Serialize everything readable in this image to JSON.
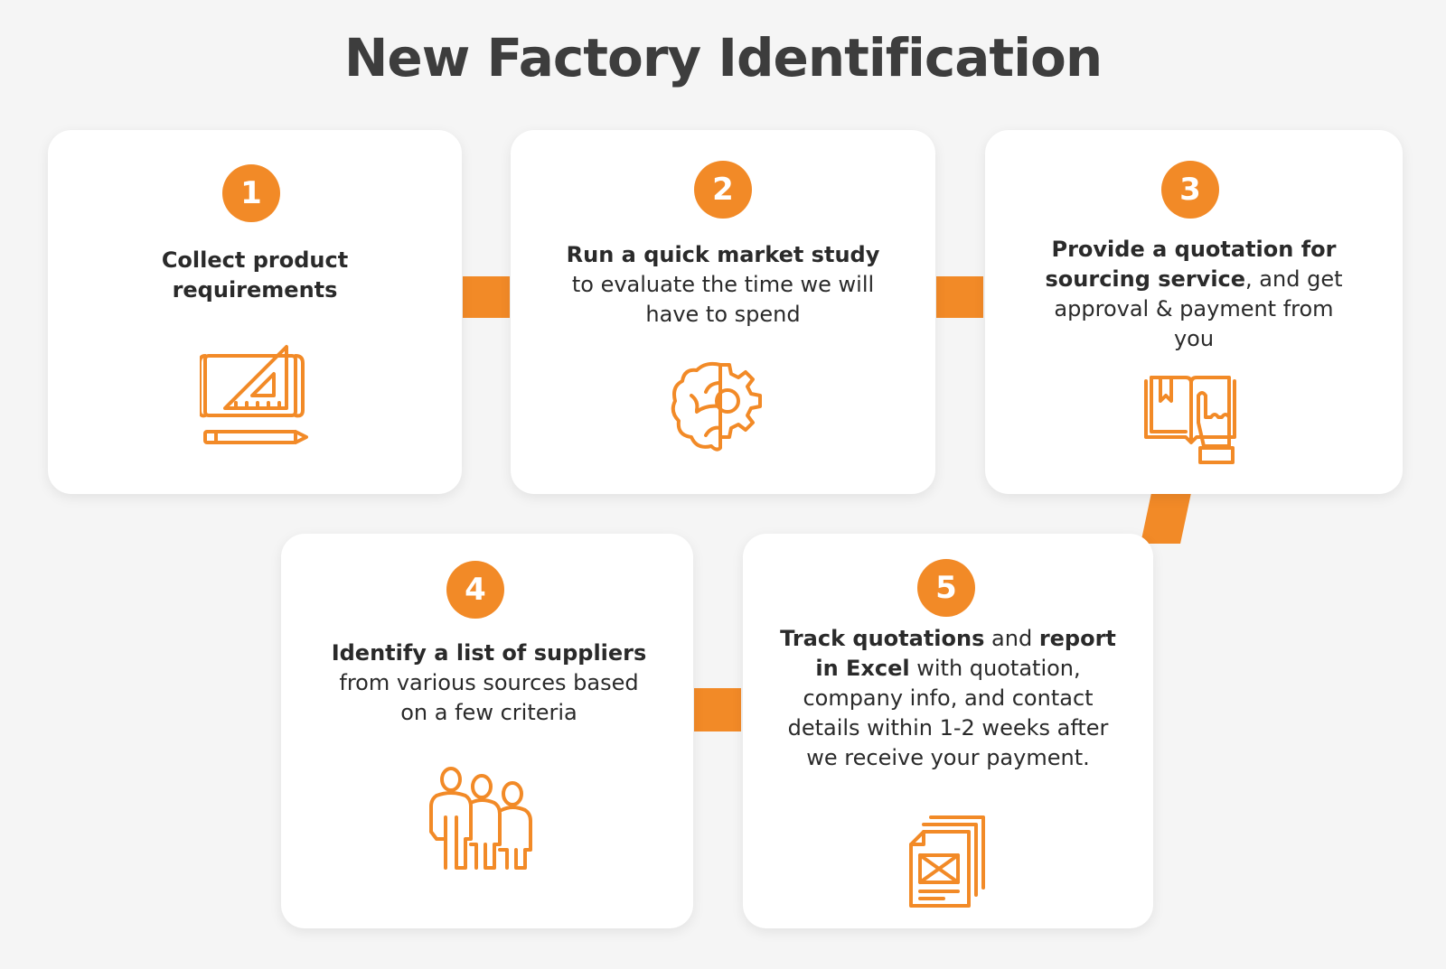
{
  "title": "New Factory Identification",
  "accent_color": "#f28a27",
  "steps": [
    {
      "number": "1",
      "text_parts": [
        {
          "text": "Collect product requirements",
          "bold": true
        }
      ],
      "icon": "blueprint-ruler-icon"
    },
    {
      "number": "2",
      "text_parts": [
        {
          "text": "Run a ",
          "bold": true
        },
        {
          "text": "quick market study",
          "bold": true
        },
        {
          "text": " to evaluate the time we will have to spend",
          "bold": false
        }
      ],
      "icon": "brain-gear-icon"
    },
    {
      "number": "3",
      "text_parts": [
        {
          "text": "Provide a ",
          "bold": true
        },
        {
          "text": "quotation for sourcing service",
          "bold": true
        },
        {
          "text": ", and get approval & payment from you",
          "bold": false
        }
      ],
      "icon": "book-hand-icon"
    },
    {
      "number": "4",
      "text_parts": [
        {
          "text": "Identify a ",
          "bold": true
        },
        {
          "text": "list of suppliers",
          "bold": true
        },
        {
          "text": " from various sources based on a few criteria",
          "bold": false
        }
      ],
      "icon": "people-group-icon"
    },
    {
      "number": "5",
      "text_parts": [
        {
          "text": "Track quotations",
          "bold": true
        },
        {
          "text": " and ",
          "bold": false
        },
        {
          "text": "report in Excel",
          "bold": true
        },
        {
          "text": " with quotation, company info, and contact details within 1-2 weeks after we receive your payment.",
          "bold": false
        }
      ],
      "icon": "documents-stack-icon"
    }
  ]
}
